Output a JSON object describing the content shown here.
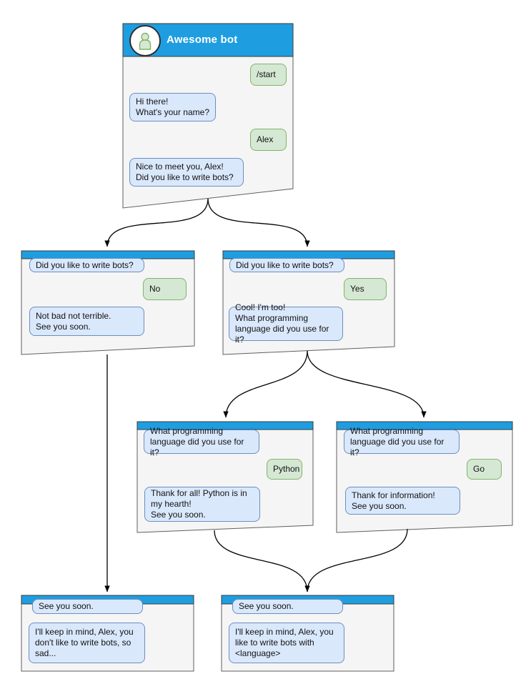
{
  "colors": {
    "header_blue": "#1E9EE0",
    "window_fill": "#F5F5F5",
    "window_border": "#5F5F5F",
    "bot_bubble_fill": "#DAE8FC",
    "bot_bubble_border": "#6C8EBF",
    "user_bubble_fill": "#D5E8D4",
    "user_bubble_border": "#82B366",
    "connector": "#000000",
    "title_text": "#FFFFFF"
  },
  "windows": {
    "root": {
      "title": "Awesome bot",
      "avatar_icon": "person-icon",
      "messages": [
        {
          "side": "user",
          "text": "/start"
        },
        {
          "side": "bot",
          "text": "Hi there!\nWhat's your name?"
        },
        {
          "side": "user",
          "text": "Alex"
        },
        {
          "side": "bot",
          "text": "Nice to meet you, Alex!\nDid you like to write bots?"
        }
      ]
    },
    "no_branch": {
      "messages": [
        {
          "side": "bot",
          "text": "Did you like to write bots?"
        },
        {
          "side": "user",
          "text": "No"
        },
        {
          "side": "bot",
          "text": "Not bad not terrible.\nSee you soon."
        }
      ]
    },
    "yes_branch": {
      "messages": [
        {
          "side": "bot",
          "text": "Did you like to write bots?"
        },
        {
          "side": "user",
          "text": "Yes"
        },
        {
          "side": "bot",
          "text": "Cool! I'm too!\nWhat programming\nlanguage did you use for it?"
        }
      ]
    },
    "python_branch": {
      "messages": [
        {
          "side": "bot",
          "text": "What programming\nlanguage did you use for it?"
        },
        {
          "side": "user",
          "text": "Python"
        },
        {
          "side": "bot",
          "text": "Thank for all! Python is in\nmy hearth!\nSee you soon."
        }
      ]
    },
    "go_branch": {
      "messages": [
        {
          "side": "bot",
          "text": "What programming\nlanguage did you use for it?"
        },
        {
          "side": "user",
          "text": "Go"
        },
        {
          "side": "bot",
          "text": "Thank for information!\nSee you soon."
        }
      ]
    },
    "end_no": {
      "messages": [
        {
          "side": "bot",
          "text": "See you soon."
        },
        {
          "side": "bot",
          "text": "I'll keep in mind, Alex, you\ndon't like to write bots, so\nsad..."
        }
      ]
    },
    "end_yes": {
      "messages": [
        {
          "side": "bot",
          "text": "See you soon."
        },
        {
          "side": "bot",
          "text": "I'll keep in mind, Alex, you\nlike to write bots with\n<language>"
        }
      ]
    }
  },
  "edges": [
    {
      "from": "root",
      "to": "no_branch"
    },
    {
      "from": "root",
      "to": "yes_branch"
    },
    {
      "from": "yes_branch",
      "to": "python_branch"
    },
    {
      "from": "yes_branch",
      "to": "go_branch"
    },
    {
      "from": "no_branch",
      "to": "end_no"
    },
    {
      "from": "python_branch",
      "to": "end_yes"
    },
    {
      "from": "go_branch",
      "to": "end_yes"
    }
  ]
}
